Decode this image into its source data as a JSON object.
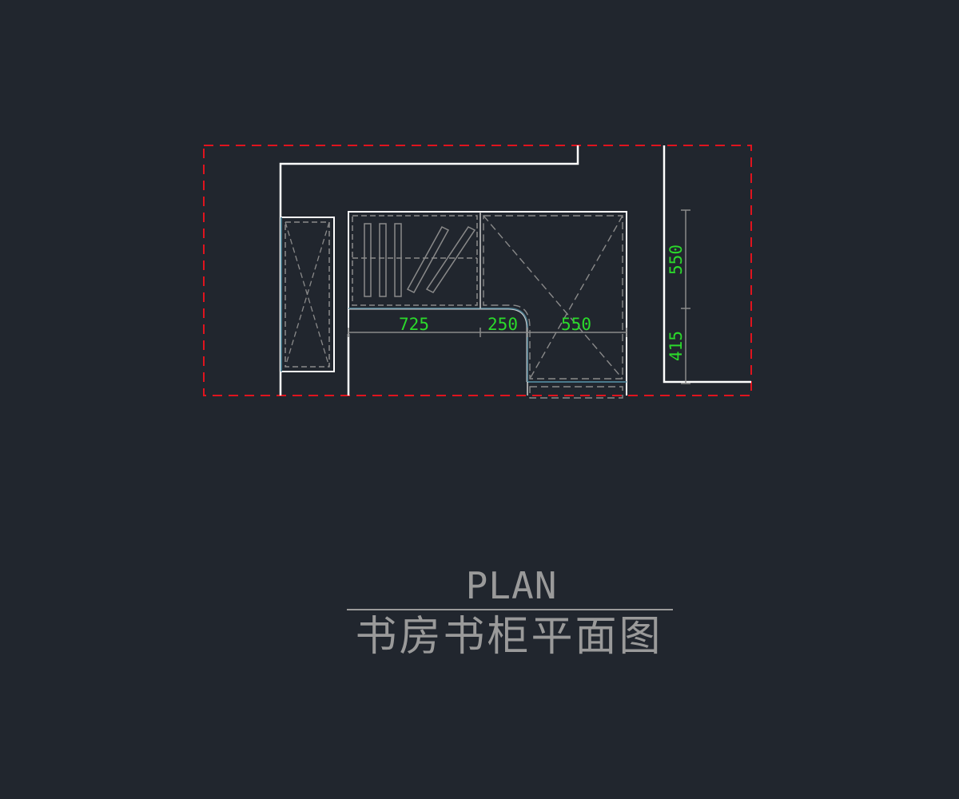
{
  "drawing": {
    "dimensions_horizontal": [
      "725",
      "250",
      "550"
    ],
    "dimensions_vertical": [
      "550",
      "415"
    ]
  },
  "title_block": {
    "title": "PLAN",
    "subtitle": "书房书柜平面图"
  },
  "colors": {
    "background": "#21262e",
    "wall": "#ffffff",
    "furniture": "#cfcfcf",
    "hidden_lines": "#8a8a8a",
    "dimension_text": "#2bd92b",
    "dimension_lines": "#8a8a8a",
    "boundary": "#e0141e",
    "title_text": "#9a9a9a"
  }
}
